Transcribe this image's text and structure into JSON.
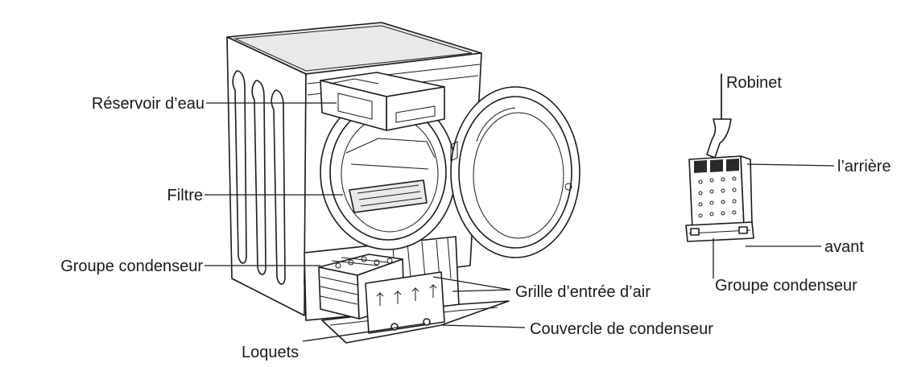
{
  "labels": {
    "water_tank": "Réservoir d’eau",
    "filter": "Filtre",
    "condenser_group_left": "Groupe condenseur",
    "air_inlet_grille": "Grille d’entrée d’air",
    "condenser_cover": "Couvercle de condenseur",
    "latches": "Loquets",
    "tap": "Robinet",
    "rear": "l’arrière",
    "front": "avant",
    "condenser_group_right": "Groupe condenseur"
  },
  "colors": {
    "line": "#1a1a1a",
    "background": "#ffffff"
  }
}
